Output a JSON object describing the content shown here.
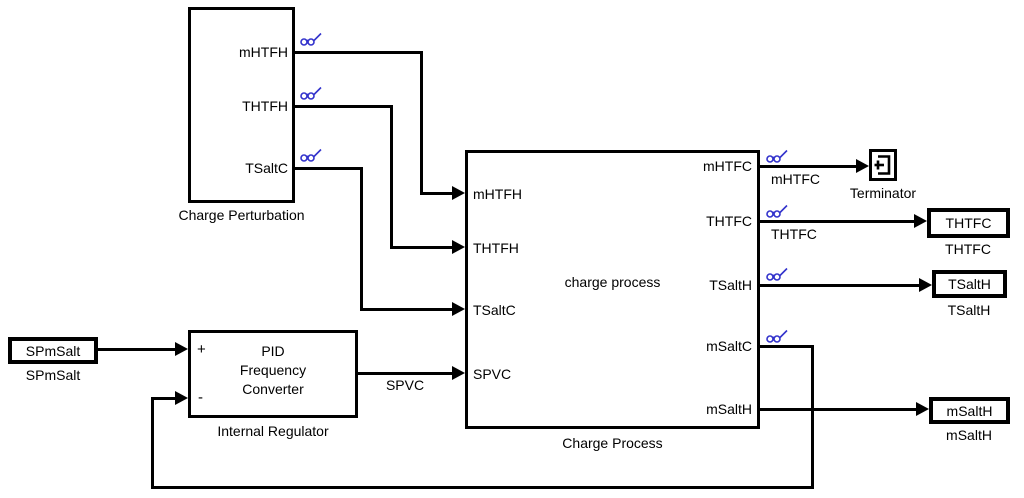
{
  "diagram_type": "simulink-block-diagram",
  "colors": {
    "wire": "#000000",
    "block_border": "#000000",
    "background": "#ffffff",
    "signal_viewer_icon": "#3333cc",
    "text": "#000000"
  },
  "icons": {
    "signal_viewer": "eyeglasses-with-slash",
    "terminator_glyph": "terminator-ground-symbol"
  },
  "blocks": {
    "charge_perturbation": {
      "label": "Charge Perturbation",
      "ports": [
        "mHTFH",
        "THTFH",
        "TSaltC"
      ]
    },
    "charge_process": {
      "title": "charge process",
      "label": "Charge Process",
      "inputs": [
        "mHTFH",
        "THTFH",
        "TSaltC",
        "SPVC"
      ],
      "outputs": [
        "mHTFC",
        "THTFC",
        "TSaltH",
        "mSaltC",
        "mSaltH"
      ]
    },
    "spmsalt_source": {
      "text": "SPmSalt",
      "label": "SPmSalt"
    },
    "pid": {
      "lines": [
        "PID",
        "Frequency",
        "Converter"
      ],
      "plus": "+",
      "minus": "-",
      "label": "Internal Regulator"
    },
    "terminator": {
      "label": "Terminator"
    },
    "thtfc_out": {
      "text": "THTFC",
      "label": "THTFC"
    },
    "tsalth_out": {
      "text": "TSaltH",
      "label": "TSaltH"
    },
    "msalth_out": {
      "text": "mSaltH",
      "label": "mSaltH"
    }
  },
  "wire_labels": {
    "mhtfc": "mHTFC",
    "thtfc": "THTFC",
    "spvc": "SPVC"
  }
}
